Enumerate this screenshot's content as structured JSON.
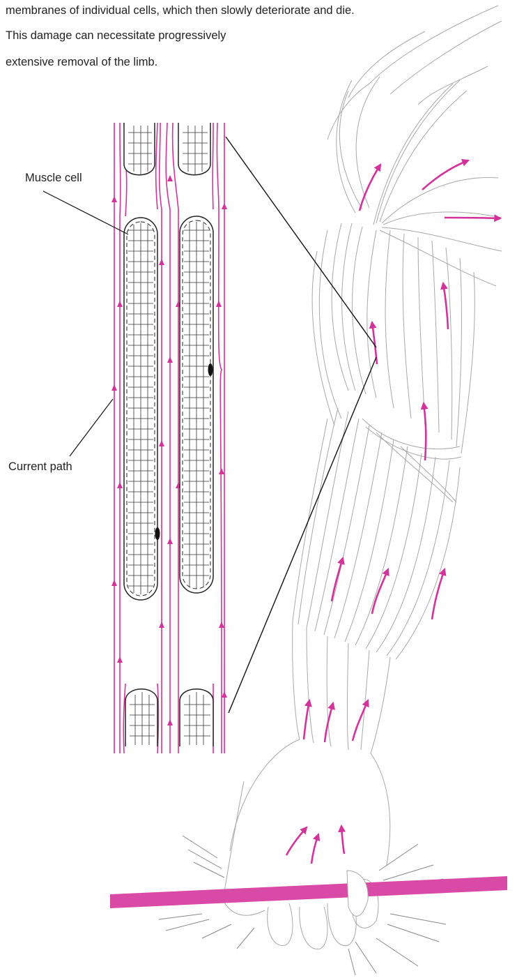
{
  "body_text": {
    "lines": [
      "membranes of individual cells, which then slowly deteriorate and die.",
      "This damage can necessitate progressively",
      "extensive removal of the limb."
    ]
  },
  "figure": {
    "labels": {
      "muscle_cell": "Muscle cell",
      "current_path": "Current path"
    },
    "colors": {
      "current": "#d4329b",
      "rod": "#d94aa7",
      "arm_lines": "#a8a8a8",
      "cell_outline": "#222222"
    },
    "icons": [
      "current-arrow-icon",
      "muscle-cell-icon",
      "cell-nucleus-icon",
      "electrified-rod"
    ]
  }
}
